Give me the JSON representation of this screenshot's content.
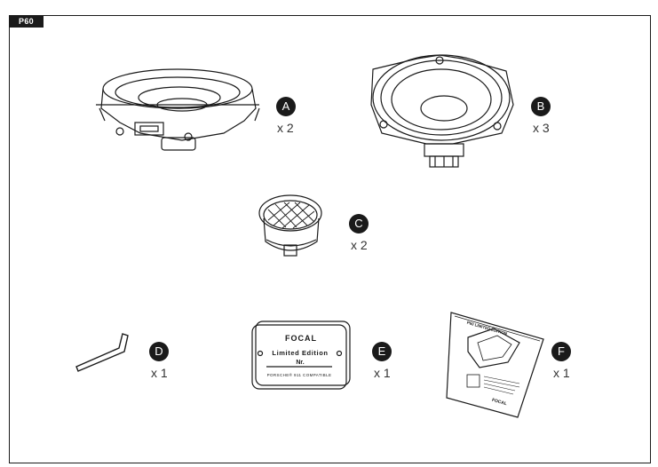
{
  "header": {
    "tag": "P60"
  },
  "items": [
    {
      "letter": "A",
      "qty": "x 2",
      "icon": "woofer-speaker-icon"
    },
    {
      "letter": "B",
      "qty": "x 3",
      "icon": "midrange-speaker-icon"
    },
    {
      "letter": "C",
      "qty": "x 2",
      "icon": "tweeter-icon"
    },
    {
      "letter": "D",
      "qty": "x 1",
      "icon": "allen-key-icon"
    },
    {
      "letter": "E",
      "qty": "x 1",
      "icon": "plaque-icon"
    },
    {
      "letter": "F",
      "qty": "x 1",
      "icon": "manual-icon"
    }
  ],
  "plaque": {
    "brand": "FOCAL",
    "line1": "Limited Edition",
    "line2": "Nr.",
    "footer": "PORSCHE® 911 COMPATIBLE"
  },
  "manual": {
    "title": "P60 LIMITED EDITION",
    "brand": "FOCAL"
  }
}
